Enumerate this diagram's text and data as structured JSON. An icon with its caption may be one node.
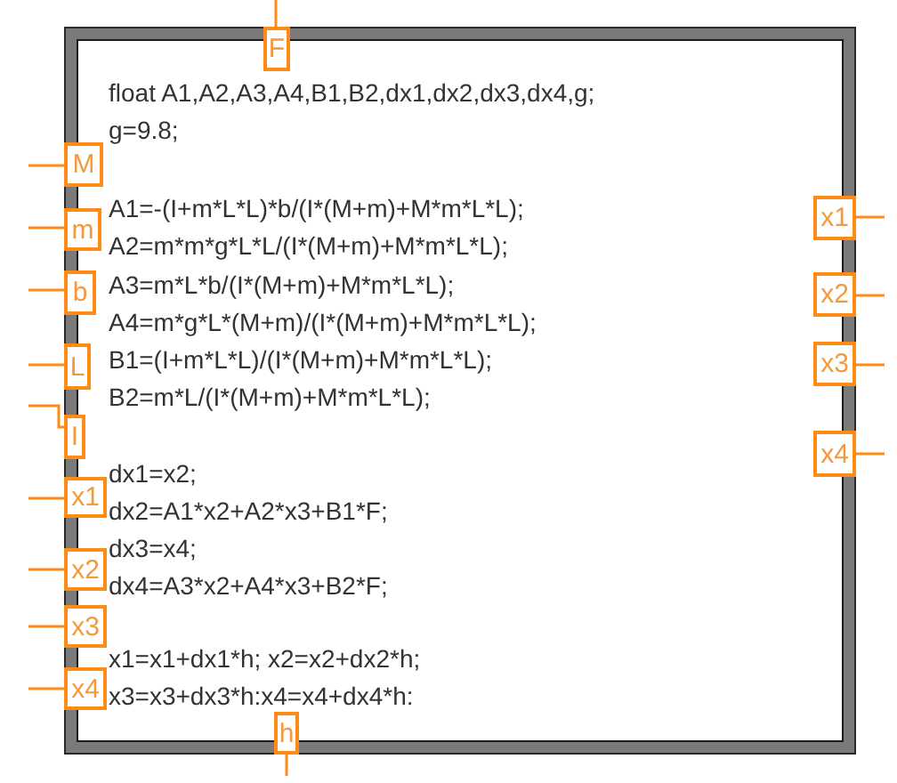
{
  "diagram": {
    "nodes": [
      {
        "text": [
          "float A1,A2,A3,A4,B1,B2,dx1,dx2,dx3,dx4,g;",
          "g=9.8;",
          "A1=-(I+m*L*L)*b/(I*(M+m)+M*m*L*L);",
          "A2=m*m*g*L*L/(I*(M+m)+M*m*L*L);",
          "A3=m*L*b/(I*(M+m)+M*m*L*L);",
          "A4=m*g*L*(M+m)/(I*(M+m)+M*m*L*L);",
          "B1=(I+m*L*L)/(I*(M+m)+M*m*L*L);",
          "B2=m*L/(I*(M+m)+M*m*L*L);",
          "dx1=x2;",
          "dx2=A1*x2+A2*x3+B1*F;",
          "dx3=x4;",
          "dx4=A3*x2+A4*x3+B2*F;",
          "x1=x1+dx1*h; x2=x2+dx2*h;",
          "x3=x3+dx3*h:x4=x4+dx4*h:"
        ]
      },
      {
        "text": [
          "F"
        ],
        "in": 0
      },
      {
        "text": [
          "M"
        ],
        "in": 0
      },
      {
        "text": [
          "m"
        ],
        "in": 0
      },
      {
        "text": [
          "b"
        ],
        "in": 0
      },
      {
        "text": [
          "L"
        ],
        "in": 0
      },
      {
        "text": [
          "I"
        ],
        "in": 0
      },
      {
        "text": [
          "x1"
        ],
        "in": 0
      },
      {
        "text": [
          "x2"
        ],
        "in": 0
      },
      {
        "text": [
          "x3"
        ],
        "in": 0
      },
      {
        "text": [
          "x4"
        ],
        "in": 0
      },
      {
        "text": [
          "x1"
        ],
        "in": 0
      },
      {
        "text": [
          "x2"
        ],
        "in": 0
      },
      {
        "text": [
          "x3"
        ],
        "in": 0
      },
      {
        "text": [
          "x4"
        ],
        "in": 0
      },
      {
        "text": [
          "h"
        ],
        "in": 0
      }
    ],
    "edges": [
      {
        "from": null,
        "to": 1,
        "arrow": "none"
      },
      {
        "from": null,
        "to": 2,
        "arrow": "none"
      },
      {
        "from": null,
        "to": 3,
        "arrow": "none"
      },
      {
        "from": null,
        "to": 4,
        "arrow": "none"
      },
      {
        "from": null,
        "to": 5,
        "arrow": "none"
      },
      {
        "from": null,
        "to": 6,
        "arrow": "none"
      },
      {
        "from": null,
        "to": 7,
        "arrow": "none"
      },
      {
        "from": null,
        "to": 8,
        "arrow": "none"
      },
      {
        "from": null,
        "to": 9,
        "arrow": "none"
      },
      {
        "from": null,
        "to": 10,
        "arrow": "none"
      },
      {
        "from": 11,
        "to": null,
        "arrow": "none"
      },
      {
        "from": 12,
        "to": null,
        "arrow": "none"
      },
      {
        "from": 13,
        "to": null,
        "arrow": "none"
      },
      {
        "from": 14,
        "to": null,
        "arrow": "none"
      },
      {
        "from": null,
        "to": 15,
        "arrow": "none"
      }
    ]
  }
}
